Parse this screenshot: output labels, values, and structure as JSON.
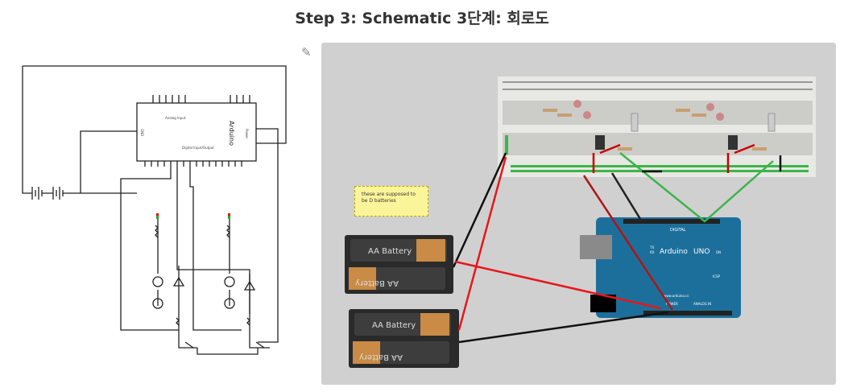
{
  "header": {
    "title": "Step 3: Schematic  3단계: 회로도"
  },
  "edit_icon": "pencil-icon",
  "schematic": {
    "board_label": "Arduino",
    "analog_label": "Analog Input",
    "digital_label": "Digital Input/Output",
    "power_label": "Power",
    "gnd_label": "GND"
  },
  "breadboard_view": {
    "note": "these are supposed to be D batteries",
    "battery_label": "AA Battery",
    "board_name": "Arduino",
    "board_model": "UNO",
    "board_url": "www.arduino.cc",
    "digital_label": "DIGITAL",
    "power_label": "POWER",
    "analog_label": "ANALOG IN",
    "on_label": "ON",
    "tx_label": "TX",
    "rx_label": "RX",
    "icsp_label": "ICSP",
    "colors": {
      "board": "#1d6f9b",
      "background": "#d0d0d0",
      "wire_red": "#e8161b",
      "wire_black": "#111111",
      "wire_green": "#3cb54a",
      "note": "#fbf59a"
    }
  }
}
